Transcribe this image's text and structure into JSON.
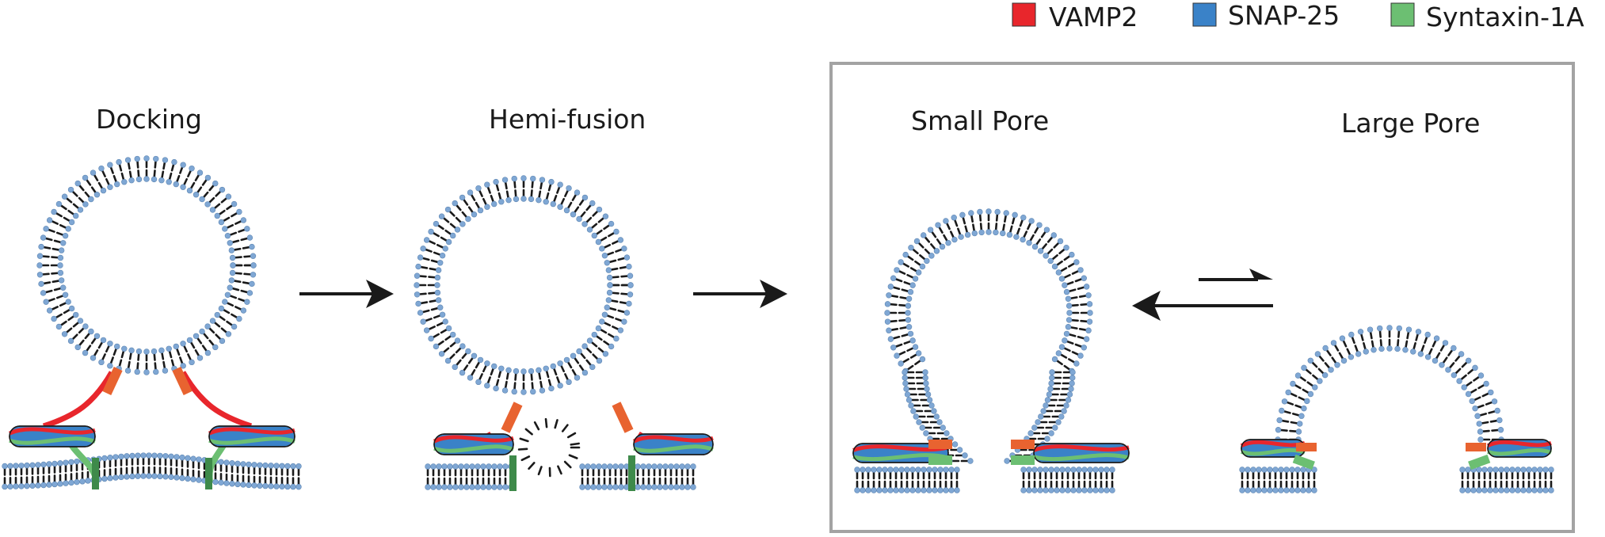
{
  "legend": [
    {
      "label": "VAMP2",
      "color": "#e8262c"
    },
    {
      "label": "SNAP-25",
      "color": "#3a82c8"
    },
    {
      "label": "Syntaxin-1A",
      "color": "#6cbf72"
    }
  ],
  "stages": {
    "docking": "Docking",
    "hemifusion": "Hemi-fusion",
    "small_pore": "Small Pore",
    "large_pore": "Large Pore"
  },
  "colors": {
    "lipid_head": "#7fa7d4",
    "lipid_tail": "#1a1a1a",
    "frame": "#a3a3a3",
    "arrow": "#1a1a1a"
  }
}
